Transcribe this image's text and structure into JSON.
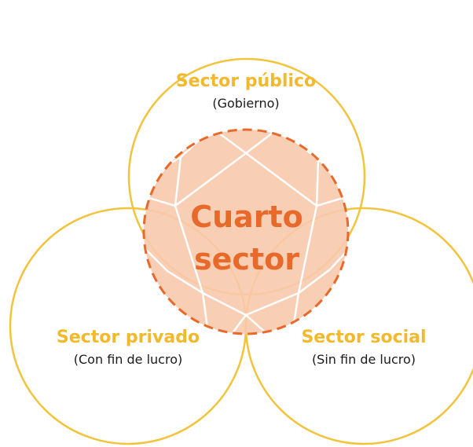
{
  "sectors": {
    "public": {
      "title": "Sector público",
      "subtitle": "(Gobierno)"
    },
    "private": {
      "title": "Sector privado",
      "subtitle": "(Con fin de lucro)"
    },
    "social": {
      "title": "Sector social",
      "subtitle": "(Sin fin de lucro)"
    }
  },
  "center": {
    "line1": "Cuarto",
    "line2": "sector"
  },
  "colors": {
    "circle_stroke": "#f2c43d",
    "sector_title": "#f2b92c",
    "center_text": "#e8692a",
    "ball_fill": "#f7c9ad",
    "ball_dash": "#e8692a",
    "ball_lines": "#ffffff"
  }
}
